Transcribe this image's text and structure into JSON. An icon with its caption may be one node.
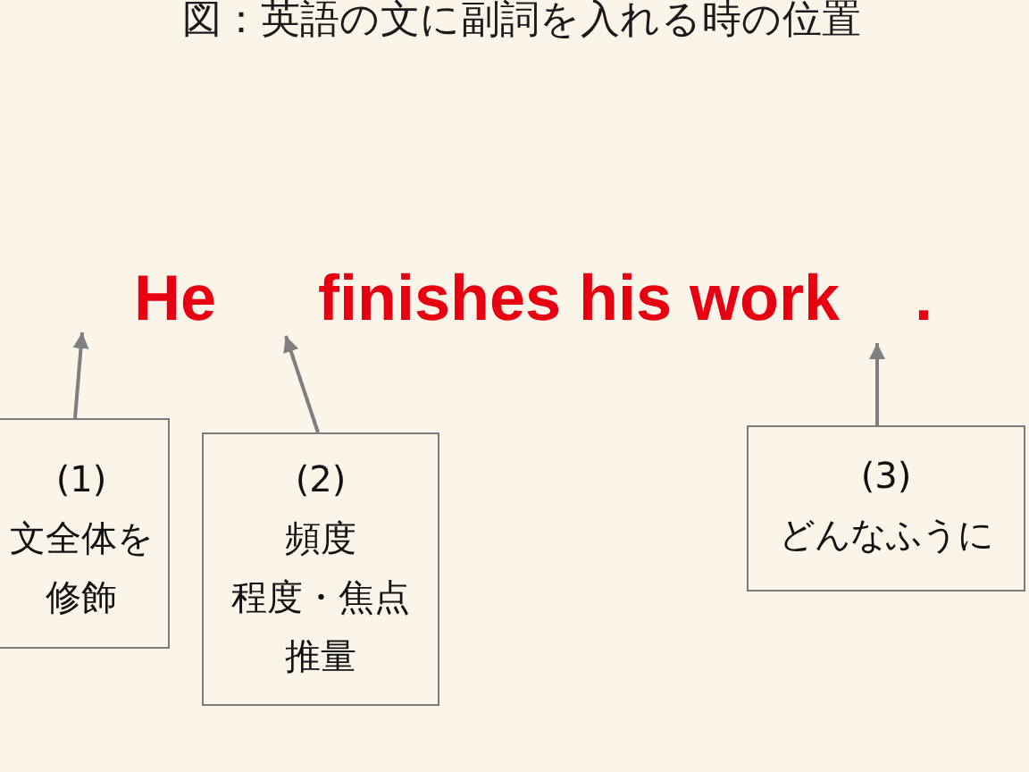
{
  "diagram": {
    "title": "図：英語の文に副詞を入れる時の位置",
    "nodes": [
      {
        "text": [
          "(1)",
          "文全体を修飾"
        ]
      },
      {
        "text": [
          "(2)",
          "頻度",
          "程度・焦点",
          "推量"
        ]
      },
      {
        "text": [
          "(3)",
          "どんなふうに"
        ]
      }
    ],
    "edges": [
      {
        "from": 0,
        "to": null,
        "arrow": "to"
      },
      {
        "from": 1,
        "to": null,
        "arrow": "to"
      },
      {
        "from": 2,
        "to": null,
        "arrow": "to"
      }
    ],
    "labels": [
      "He",
      "finishes his work",
      "."
    ]
  }
}
